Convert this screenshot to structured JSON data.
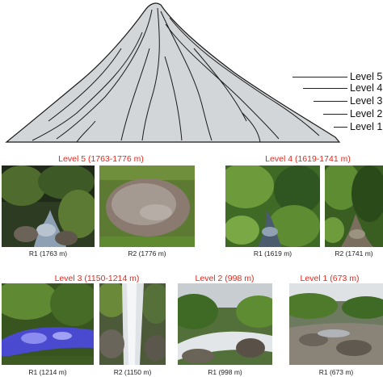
{
  "levels": [
    "Level 5",
    "Level 4",
    "Level 3",
    "Level 2",
    "Level 1"
  ],
  "groups": [
    {
      "title": "Level 5 (1763-1776 m)",
      "photos": [
        {
          "caption": "R1 (1763 m)",
          "scene": "forest-stream"
        },
        {
          "caption": "R2 (1776 m)",
          "scene": "pond"
        }
      ]
    },
    {
      "title": "Level 4 (1619-1741 m)",
      "photos": [
        {
          "caption": "R1 (1619 m)",
          "scene": "fern-stream"
        },
        {
          "caption": "R2 (1741 m)",
          "scene": "forest-path"
        }
      ]
    },
    {
      "title": "Level 3 (1150-1214 m)",
      "photos": [
        {
          "caption": "R1 (1214 m)",
          "scene": "blue-stream"
        },
        {
          "caption": "R2 (1150 m)",
          "scene": "waterfall"
        }
      ]
    },
    {
      "title": "Level 2 (998 m)",
      "photos": [
        {
          "caption": "R1 (998 m)",
          "scene": "rapids"
        }
      ]
    },
    {
      "title": "Level 1 (673 m)",
      "photos": [
        {
          "caption": "R1 (673 m)",
          "scene": "rocky-river"
        }
      ]
    }
  ],
  "colors": {
    "title": "#e8261c",
    "mountain_fill": "#d3d6d8",
    "mountain_line": "#1a1a1a"
  }
}
